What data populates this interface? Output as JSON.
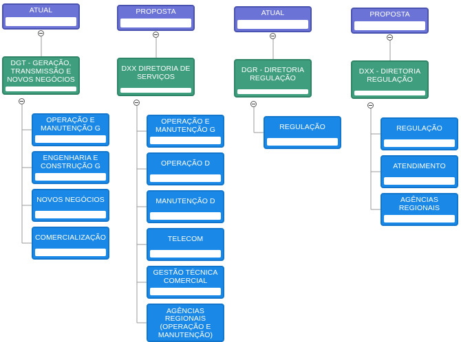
{
  "colors": {
    "header": "#6b73d6",
    "director": "#3f9e7e",
    "unit": "#1a88e6",
    "connector": "#9a9a9a"
  },
  "icons": {
    "collapse": "minus-circle-icon"
  },
  "columns": [
    {
      "header": "ATUAL",
      "director": "DGT - GERAÇÃO, TRANSMISSÃO E NOVOS NEGÓCIOS",
      "units": [
        "OPERAÇÃO E MANUTENÇÃO G",
        "ENGENHARIA E CONSTRUÇÃO G",
        "NOVOS NEGÓCIOS",
        "COMERCIALIZAÇÃO"
      ]
    },
    {
      "header": "PROPOSTA",
      "director": "DXX DIRETORIA DE SERVIÇOS",
      "units": [
        "OPERAÇÃO E MANUTENÇÃO G",
        "OPERAÇÃO D",
        "MANUTENÇÃO D",
        "TELECOM",
        "GESTÃO TÉCNICA COMERCIAL",
        "AGÊNCIAS REGIONAIS (OPERAÇÃO E MANUTENÇÃO)"
      ]
    },
    {
      "header": "ATUAL",
      "director": "DGR - DIRETORIA REGULAÇÃO",
      "units": [
        "REGULAÇÃO"
      ]
    },
    {
      "header": "PROPOSTA",
      "director": "DXX - DIRETORIA REGULAÇÃO",
      "units": [
        "REGULAÇÃO",
        "ATENDIMENTO",
        "AGÊNCIAS REGIONAIS"
      ]
    }
  ]
}
